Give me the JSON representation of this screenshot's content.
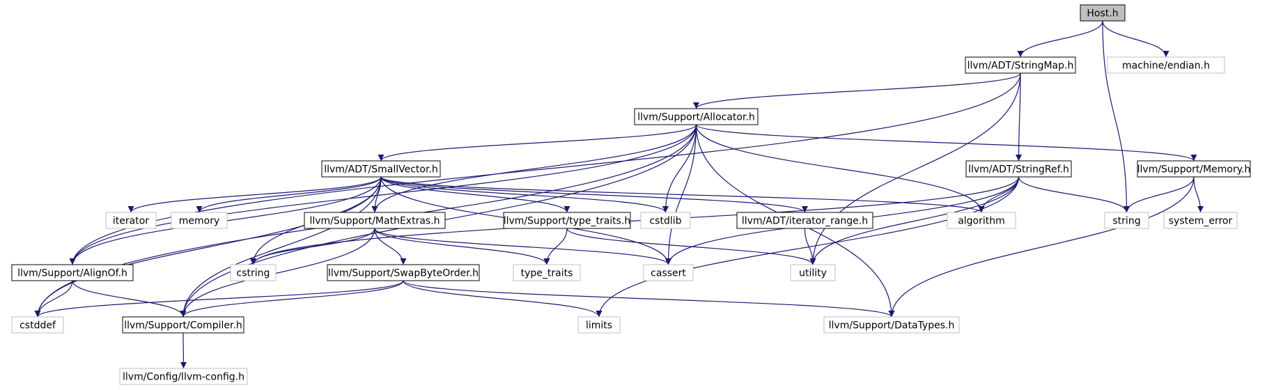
{
  "graph": {
    "edge_color": "#191970",
    "nodes": [
      {
        "id": "host",
        "label": "Host.h",
        "style": "root"
      },
      {
        "id": "stringmap",
        "label": "llvm/ADT/StringMap.h",
        "style": "internal"
      },
      {
        "id": "endian",
        "label": "machine/endian.h",
        "style": "external"
      },
      {
        "id": "allocator",
        "label": "llvm/Support/Allocator.h",
        "style": "internal"
      },
      {
        "id": "smallvector",
        "label": "llvm/ADT/SmallVector.h",
        "style": "internal"
      },
      {
        "id": "stringref",
        "label": "llvm/ADT/StringRef.h",
        "style": "internal"
      },
      {
        "id": "memory_h",
        "label": "llvm/Support/Memory.h",
        "style": "internal"
      },
      {
        "id": "iterator",
        "label": "iterator",
        "style": "external"
      },
      {
        "id": "memory",
        "label": "memory",
        "style": "external"
      },
      {
        "id": "mathextras",
        "label": "llvm/Support/MathExtras.h",
        "style": "internal"
      },
      {
        "id": "typetraits_h",
        "label": "llvm/Support/type_traits.h",
        "style": "internal"
      },
      {
        "id": "cstdlib",
        "label": "cstdlib",
        "style": "external"
      },
      {
        "id": "iterrange",
        "label": "llvm/ADT/iterator_range.h",
        "style": "internal"
      },
      {
        "id": "algorithm",
        "label": "algorithm",
        "style": "external"
      },
      {
        "id": "string",
        "label": "string",
        "style": "external"
      },
      {
        "id": "system_error",
        "label": "system_error",
        "style": "external"
      },
      {
        "id": "alignof",
        "label": "llvm/Support/AlignOf.h",
        "style": "internal"
      },
      {
        "id": "cstring",
        "label": "cstring",
        "style": "external"
      },
      {
        "id": "swapbyteorder",
        "label": "llvm/Support/SwapByteOrder.h",
        "style": "internal"
      },
      {
        "id": "type_traits",
        "label": "type_traits",
        "style": "external"
      },
      {
        "id": "cassert",
        "label": "cassert",
        "style": "external"
      },
      {
        "id": "utility",
        "label": "utility",
        "style": "external"
      },
      {
        "id": "cstddef",
        "label": "cstddef",
        "style": "external"
      },
      {
        "id": "compiler",
        "label": "llvm/Support/Compiler.h",
        "style": "internal"
      },
      {
        "id": "limits",
        "label": "limits",
        "style": "external"
      },
      {
        "id": "datatypes",
        "label": "llvm/Support/DataTypes.h",
        "style": "external"
      },
      {
        "id": "llvmconfig",
        "label": "llvm/Config/llvm-config.h",
        "style": "external"
      }
    ],
    "edges": [
      [
        "host",
        "stringmap"
      ],
      [
        "host",
        "endian"
      ],
      [
        "host",
        "string"
      ],
      [
        "stringmap",
        "allocator"
      ],
      [
        "stringmap",
        "stringref"
      ],
      [
        "stringmap",
        "alignof"
      ],
      [
        "stringmap",
        "utility"
      ],
      [
        "allocator",
        "smallvector"
      ],
      [
        "allocator",
        "mathextras"
      ],
      [
        "allocator",
        "memory_h"
      ],
      [
        "allocator",
        "algorithm"
      ],
      [
        "allocator",
        "cstdlib"
      ],
      [
        "allocator",
        "cassert"
      ],
      [
        "allocator",
        "datatypes"
      ],
      [
        "allocator",
        "compiler"
      ],
      [
        "allocator",
        "alignof"
      ],
      [
        "allocator",
        "cstddef"
      ],
      [
        "smallvector",
        "iterator"
      ],
      [
        "smallvector",
        "memory"
      ],
      [
        "smallvector",
        "mathextras"
      ],
      [
        "smallvector",
        "typetraits_h"
      ],
      [
        "smallvector",
        "cstdlib"
      ],
      [
        "smallvector",
        "iterrange"
      ],
      [
        "smallvector",
        "algorithm"
      ],
      [
        "smallvector",
        "cstring"
      ],
      [
        "smallvector",
        "cassert"
      ],
      [
        "smallvector",
        "alignof"
      ],
      [
        "smallvector",
        "compiler"
      ],
      [
        "smallvector",
        "cstddef"
      ],
      [
        "stringref",
        "algorithm"
      ],
      [
        "stringref",
        "string"
      ],
      [
        "stringref",
        "cstring"
      ],
      [
        "stringref",
        "cassert"
      ],
      [
        "stringref",
        "utility"
      ],
      [
        "stringref",
        "limits"
      ],
      [
        "memory_h",
        "string"
      ],
      [
        "memory_h",
        "system_error"
      ],
      [
        "memory_h",
        "datatypes"
      ],
      [
        "mathextras",
        "cstring"
      ],
      [
        "mathextras",
        "swapbyteorder"
      ],
      [
        "mathextras",
        "type_traits"
      ],
      [
        "mathextras",
        "cassert"
      ],
      [
        "mathextras",
        "compiler"
      ],
      [
        "typetraits_h",
        "type_traits"
      ],
      [
        "typetraits_h",
        "utility"
      ],
      [
        "iterrange",
        "utility"
      ],
      [
        "alignof",
        "cstddef"
      ],
      [
        "alignof",
        "compiler"
      ],
      [
        "swapbyteorder",
        "cstddef"
      ],
      [
        "swapbyteorder",
        "compiler"
      ],
      [
        "swapbyteorder",
        "limits"
      ],
      [
        "swapbyteorder",
        "datatypes"
      ],
      [
        "compiler",
        "llvmconfig"
      ]
    ]
  }
}
